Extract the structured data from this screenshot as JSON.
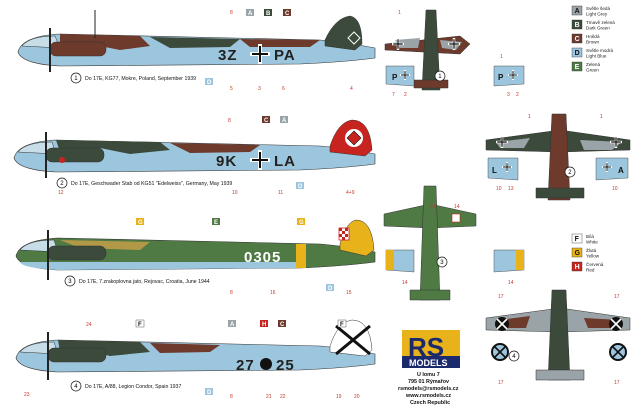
{
  "profiles": [
    {
      "circle": "1",
      "caption": "Do 17E, KG77, Mokre, Poland, September 1939",
      "code_left": "3Z",
      "code_right": "PA"
    },
    {
      "circle": "2",
      "caption": "Do 17E, Geschwader Stab od KG51 \"Edelweiss\", Germany, May 1939",
      "code_left": "9K",
      "code_right": "LA"
    },
    {
      "circle": "3",
      "caption": "Do 17E, 7.zrakoplovna jato, Rejovac, Croatia, June 1944",
      "code_left": "0305",
      "code_right": ""
    },
    {
      "circle": "4",
      "caption": "Do 17E, A/88, Legion Condor, Spain 1937",
      "code_left": "27",
      "code_right": "25"
    }
  ],
  "plan_views": [
    {
      "circle": "1"
    },
    {
      "circle": "2"
    },
    {
      "circle": "3"
    },
    {
      "circle": "4"
    }
  ],
  "callouts": {
    "p1_top": [
      "8",
      "A",
      "B",
      "C"
    ],
    "p1_bottom": [
      "5",
      "3",
      "6",
      "4"
    ],
    "p1_d": "D",
    "p2_top": [
      "8",
      "C",
      "A"
    ],
    "p2_bottom": [
      "12",
      "10",
      "11",
      "4+9"
    ],
    "p2_d": "D",
    "p3_top": [
      "G",
      "E",
      "G"
    ],
    "p3_bottom": [
      "8",
      "16",
      "15"
    ],
    "p3_d": "D",
    "p4_top": [
      "24",
      "F",
      "A",
      "H",
      "C",
      "F"
    ],
    "p4_bottom": [
      "23",
      "8",
      "21",
      "22",
      "19",
      "20"
    ],
    "p4_d": "D",
    "pv1": [
      "1",
      "7",
      "2",
      "1",
      "3",
      "2"
    ],
    "pv2": [
      "1",
      "10",
      "13",
      "1",
      "10"
    ],
    "pv3": [
      "14",
      "14",
      "14",
      "14"
    ],
    "pv4": [
      "17",
      "17",
      "17",
      "17"
    ]
  },
  "legend": [
    {
      "letter": "A",
      "color": "#9aa3a7",
      "line1": "Světle šedá",
      "line2": "Light Grey"
    },
    {
      "letter": "B",
      "color": "#3b4a3a",
      "line1": "Tmavě zelená",
      "line2": "Dark Green"
    },
    {
      "letter": "C",
      "color": "#6d3a2c",
      "line1": "Hnědá",
      "line2": "Brown"
    },
    {
      "letter": "D",
      "color": "#9cc6dd",
      "line1": "Světle modrá",
      "line2": "Light Blue"
    },
    {
      "letter": "E",
      "color": "#4f7a44",
      "line1": "Zelená",
      "line2": "Green"
    },
    {
      "letter": "F",
      "color": "#ffffff",
      "line1": "Bílá",
      "line2": "White"
    },
    {
      "letter": "G",
      "color": "#e7b21a",
      "line1": "Žlutá",
      "line2": "Yellow"
    },
    {
      "letter": "H",
      "color": "#c8241f",
      "line1": "Červená",
      "line2": "Red"
    }
  ],
  "logo": {
    "top": "RS",
    "bottom": "MODELS"
  },
  "address": [
    "U lomu 7",
    "795 01 Rýmařov",
    "rsmodels@rsmodels.cz",
    "www.rsmodels.cz",
    "Czech Republic"
  ],
  "colors": {
    "sky": "#9cc6dd",
    "brown": "#6d3a2c",
    "dgreen": "#3b4a3a",
    "green": "#4f7a44",
    "grey": "#9aa3a7",
    "yellow": "#e7b21a",
    "red": "#c8241f",
    "callout": "#c0392b"
  }
}
